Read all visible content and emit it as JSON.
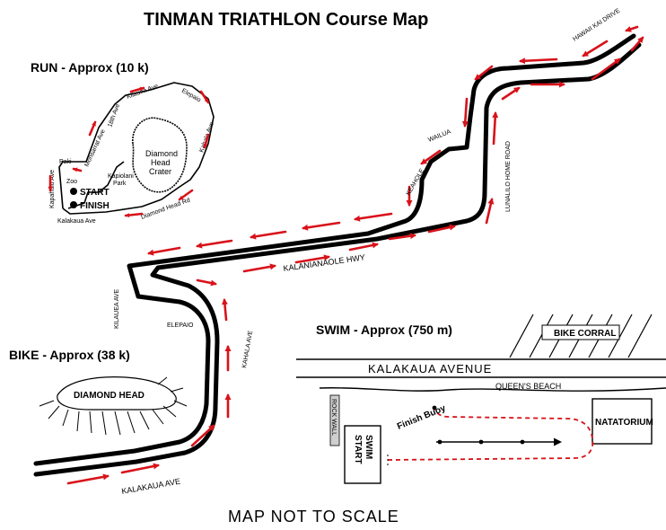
{
  "title": "TINMAN  TRIATHLON  Course Map",
  "footer": "MAP NOT TO SCALE",
  "colors": {
    "arrow": "#d8121a",
    "route": "#000000",
    "background": "#ffffff"
  },
  "run": {
    "heading": "RUN - Approx (10 k)",
    "streets": {
      "kilauea": "Kilauea Ave",
      "elepaio": "Elepaio",
      "eighteenth": "18th Ave",
      "monsarrat": "Monsarrat Ave",
      "paki": "Paki",
      "kapahulu": "Kapahulu Ave",
      "kahala": "Kahala Ave",
      "diamond_head_rd": "Diamond Head Rd",
      "kalakaua": "Kalakaua Ave"
    },
    "crater": [
      "Diamond",
      "Head",
      "Crater"
    ],
    "park": [
      "Kapiolani",
      "Park"
    ],
    "zoo": "Zoo",
    "start": "START",
    "finish": "FINISH"
  },
  "bike": {
    "heading": "BIKE - Approx (38 k)",
    "streets": {
      "hawaii_kai": "HAWAII KAI DRIVE",
      "lunalilo": "LUNALILO HOME ROAD",
      "wailua": "WAILUA",
      "keaholе": "KEAHOLE",
      "kalanianaole": "KALANIANAOLE  HWY",
      "kilauea": "KILAUEA AVE",
      "elepaio": "ELEPAIO",
      "kahala": "KAHALA AVE",
      "kalakaua": "KALAKAUA AVE"
    },
    "landmark": "DIAMOND HEAD"
  },
  "swim": {
    "heading": "SWIM - Approx (750 m)",
    "kalakaua_avenue": "KALAKAUA AVENUE",
    "queens_beach": "QUEEN'S BEACH",
    "bike_corral": "BIKE CORRAL",
    "rock_wall": "ROCK WALL",
    "finish_buoy": "Finish Buoy",
    "swim_start": [
      "SWIM",
      "START"
    ],
    "natatorium": "NATATORIUM"
  }
}
